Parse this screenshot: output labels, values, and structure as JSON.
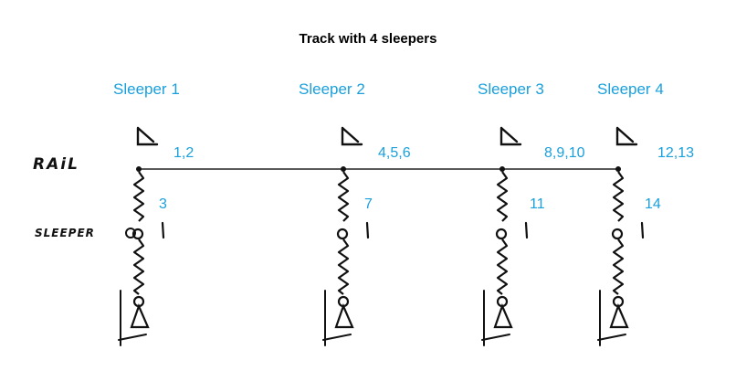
{
  "title": "Track with 4 sleepers",
  "handwritten": {
    "rail": "RAiL",
    "sleeper": "SLEEPER"
  },
  "sleepers": [
    {
      "label": "Sleeper 1",
      "top_nodes": "1,2",
      "mid_node": "3"
    },
    {
      "label": "Sleeper 2",
      "top_nodes": "4,5,6",
      "mid_node": "7"
    },
    {
      "label": "Sleeper 3",
      "top_nodes": "8,9,10",
      "mid_node": "11"
    },
    {
      "label": "Sleeper 4",
      "top_nodes": "12,13",
      "mid_node": "14"
    }
  ],
  "colors": {
    "label": "#1aa0dc",
    "ink": "#111111"
  }
}
